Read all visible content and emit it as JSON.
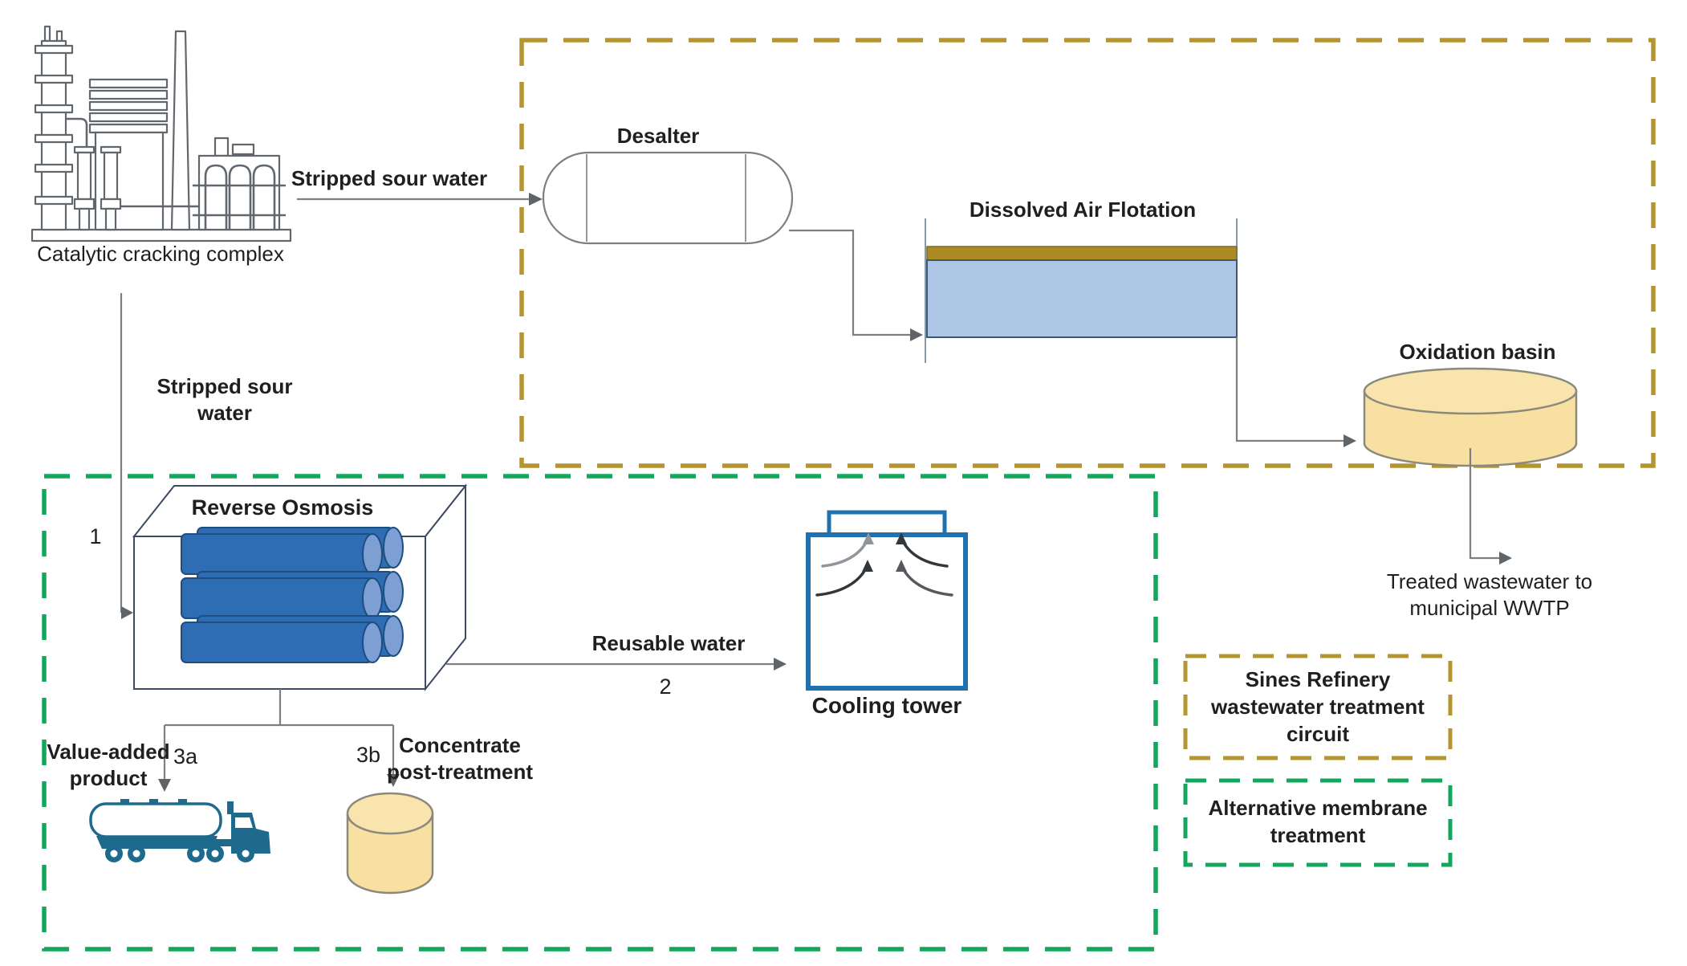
{
  "nodes": {
    "catalytic_cracking_complex": {
      "label": "Catalytic cracking complex"
    },
    "desalter": {
      "label": "Desalter"
    },
    "dissolved_air_flotation": {
      "label": "Dissolved Air Flotation"
    },
    "oxidation_basin": {
      "label": "Oxidation basin"
    },
    "reverse_osmosis": {
      "label": "Reverse Osmosis"
    },
    "cooling_tower": {
      "label": "Cooling tower"
    },
    "value_added_product": {
      "lines": [
        "Value-added",
        "product"
      ]
    },
    "concentrate_post_treatment": {
      "lines": [
        "Concentrate",
        "post-treatment"
      ]
    }
  },
  "streams": {
    "stripped_sour_water_to_desalter": {
      "label": "Stripped sour water"
    },
    "stripped_sour_water_to_ro": {
      "label": "Stripped sour water"
    },
    "reusable_water": {
      "label": "Reusable water"
    },
    "treated_wastewater": {
      "lines": [
        "Treated wastewater to",
        "municipal WWTP"
      ]
    },
    "stream_numbers": {
      "n1": "1",
      "n2": "2",
      "n3a": "3a",
      "n3b": "3b"
    }
  },
  "legend": {
    "refinery_circuit": {
      "lines": [
        "Sines Refinery",
        "wastewater treatment",
        "circuit"
      ],
      "border_color": "#b5952f"
    },
    "membrane_treatment": {
      "lines": [
        "Alternative membrane",
        "treatment"
      ],
      "border_color": "#12a75c"
    }
  },
  "colors": {
    "refinery_circuit_border": "#b5952f",
    "membrane_border": "#12a75c",
    "flow_line": "#7f7f7f",
    "arrow_fill": "#5f6468",
    "daf_water_fill": "#aec6e6",
    "daf_scum_band": "#ab8a24",
    "basin_fill": "#f8dfa2",
    "basin_stroke": "#8a897b",
    "ro_cylinder_fill": "#2e6db4",
    "ro_cylinder_cap": "#7d9fd4",
    "ro_cylinder_stroke": "#1c4e80",
    "ro_box_stroke": "#3d4a63",
    "cooling_tower_outline": "#1f72ad",
    "truck_color": "#1d6a8d",
    "refinery_icon_stroke": "#62676e",
    "text_color": "#1f1f1f"
  }
}
